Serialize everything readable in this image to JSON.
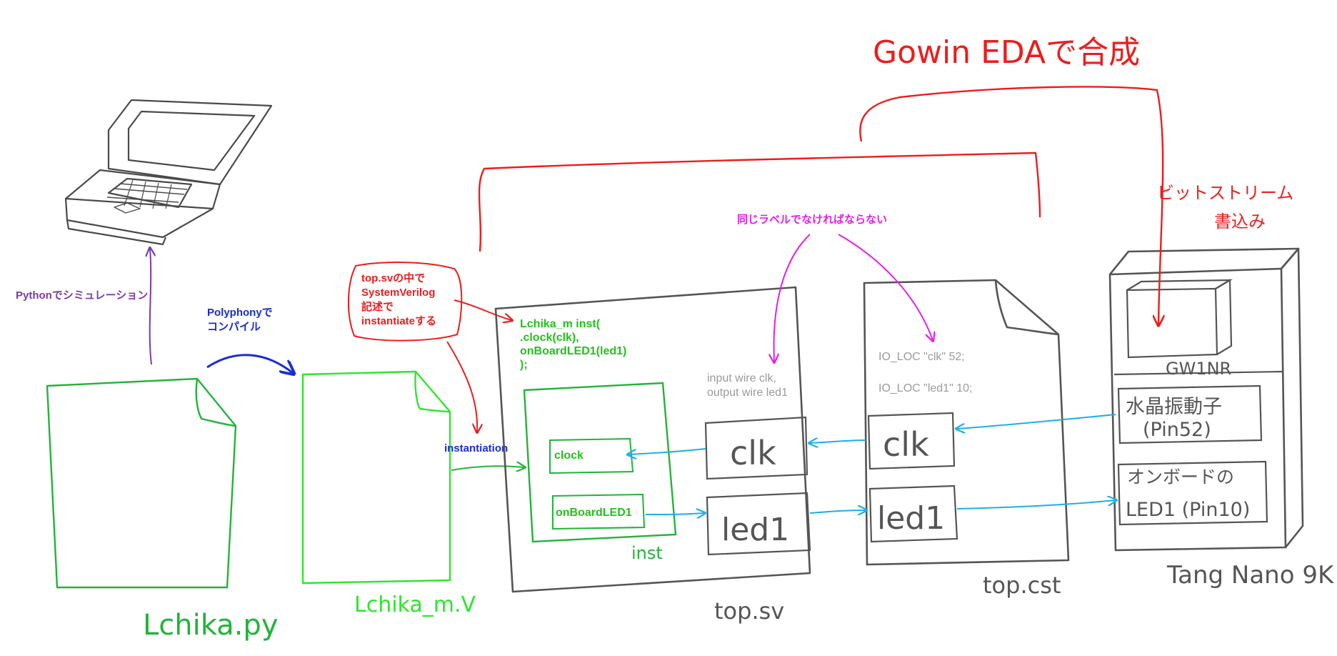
{
  "colors": {
    "ink": "#4a4a4a",
    "green_file": "#22b33a",
    "lime_file": "#2ee62e",
    "red": "#ee1c1c",
    "purple": "#7a3aa8",
    "blue": "#1a2bd6",
    "cyan": "#1eaee8",
    "magenta": "#e61ee6",
    "gray_text": "#9a9a9a",
    "green_code": "#22c21a"
  },
  "icons": {
    "computer": "laptop-icon"
  },
  "labels": {
    "python_sim": "Pythonでシミュレーション",
    "polyphony_line1": "Polyphonyで",
    "polyphony_line2": "コンパイル",
    "instantiation": "instantiation",
    "gowin": "Gowin EDAで合成",
    "bitstream_line1": "ビットストリーム",
    "bitstream_line2": "書込み",
    "same_label": "同じラベルでなければならない",
    "callout_line1": "top.svの中で",
    "callout_line2": "SystemVerilog",
    "callout_line3": "記述で",
    "callout_line4": "instantiateする"
  },
  "files": {
    "lchika_py": "Lchika.py",
    "lchika_v": "Lchika_m.V",
    "top_sv": "top.sv",
    "top_cst": "top.cst"
  },
  "top_sv": {
    "code_line1": "Lchika_m inst(",
    "code_line2": ".clock(clk),",
    "code_line3": "onBoardLED1(led1)",
    "code_line4": ");",
    "port_decl_line1": "input wire clk,",
    "port_decl_line2": "output wire led1",
    "inst_name": "inst",
    "inst_port_clock": "clock",
    "inst_port_led": "onBoardLED1",
    "port_clk": "clk",
    "port_led": "led1"
  },
  "top_cst": {
    "loc_line1": "IO_LOC \"clk\" 52;",
    "loc_line2": "IO_LOC \"led1\" 10;",
    "port_clk": "clk",
    "port_led": "led1"
  },
  "board": {
    "name": "Tang Nano 9K",
    "chip": "GW1NR",
    "osc_line1": "水晶振動子",
    "osc_line2": "(Pin52)",
    "led_line1": "オンボードの",
    "led_line2": "LED1 (Pin10)"
  }
}
